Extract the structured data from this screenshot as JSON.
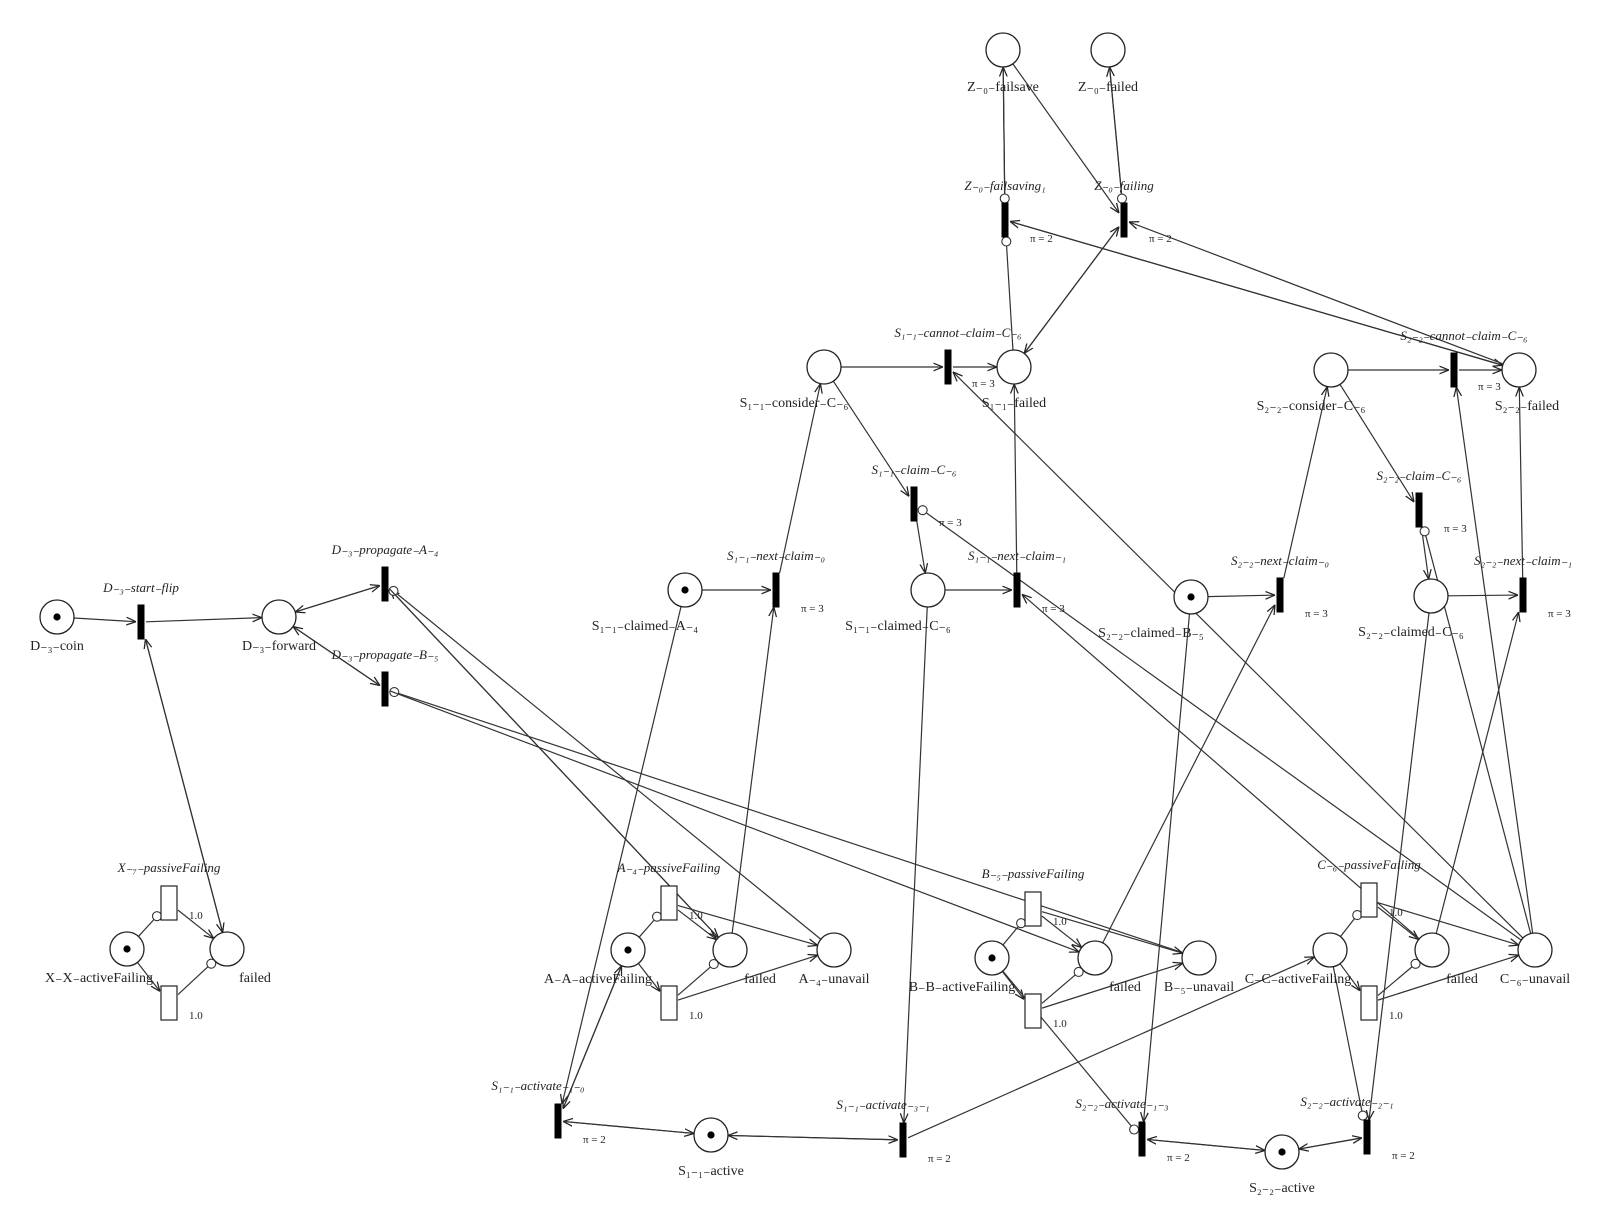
{
  "places": [
    {
      "id": "dcoin",
      "label": "D₋₃₋coin",
      "tokens": 1
    },
    {
      "id": "dfwd",
      "label": "D₋₃₋forward",
      "tokens": 0
    },
    {
      "id": "xact",
      "label": "X₋X₋activeFailing",
      "tokens": 1
    },
    {
      "id": "xfail",
      "label": "failed",
      "tokens": 0
    },
    {
      "id": "z0fs",
      "label": "Z₋₀₋failsave",
      "tokens": 0
    },
    {
      "id": "z0f",
      "label": "Z₋₀₋failed",
      "tokens": 0
    },
    {
      "id": "s1cons",
      "label": "S₁₋₁₋consider₋C₋₆",
      "tokens": 0
    },
    {
      "id": "s1fail",
      "label": "S₁₋₁₋failed",
      "tokens": 0
    },
    {
      "id": "s2cons",
      "label": "S₂₋₂₋consider₋C₋₆",
      "tokens": 0
    },
    {
      "id": "s2fail",
      "label": "S₂₋₂₋failed",
      "tokens": 0
    },
    {
      "id": "s1clA",
      "label": "S₁₋₁₋claimed₋A₋₄",
      "tokens": 1
    },
    {
      "id": "s1clC",
      "label": "S₁₋₁₋claimed₋C₋₆",
      "tokens": 0
    },
    {
      "id": "s2clB",
      "label": "S₂₋₂₋claimed₋B₋₅",
      "tokens": 1
    },
    {
      "id": "s2clC",
      "label": "S₂₋₂₋claimed₋C₋₆",
      "tokens": 0
    },
    {
      "id": "aact",
      "label": "A₋A₋activeFailing",
      "tokens": 1
    },
    {
      "id": "afail",
      "label": "failed",
      "tokens": 0
    },
    {
      "id": "aun",
      "label": "A₋₄₋unavail",
      "tokens": 0
    },
    {
      "id": "bact",
      "label": "B₋B₋activeFailing",
      "tokens": 1
    },
    {
      "id": "bfail",
      "label": "failed",
      "tokens": 0
    },
    {
      "id": "bun",
      "label": "B₋₅₋unavail",
      "tokens": 0
    },
    {
      "id": "cact",
      "label": "C₋C₋activeFailing",
      "tokens": 0
    },
    {
      "id": "cfail",
      "label": "failed",
      "tokens": 0
    },
    {
      "id": "cun",
      "label": "C₋₆₋unavail",
      "tokens": 0
    },
    {
      "id": "s1act",
      "label": "S₁₋₁₋active",
      "tokens": 1
    },
    {
      "id": "s2act",
      "label": "S₂₋₂₋active",
      "tokens": 1
    }
  ],
  "transitions": [
    {
      "id": "dstart",
      "label": "D₋₃₋start₋flip",
      "type": "immediate",
      "priority": ""
    },
    {
      "id": "dpropA",
      "label": "D₋₃₋propagate₋A₋₄",
      "type": "immediate",
      "priority": ""
    },
    {
      "id": "dpropB",
      "label": "D₋₃₋propagate₋B₋₅",
      "type": "immediate",
      "priority": ""
    },
    {
      "id": "z0fsg",
      "label": "Z₋₀₋failsaving₁",
      "type": "immediate",
      "priority": "π = 2"
    },
    {
      "id": "z0fg",
      "label": "Z₋₀₋failing",
      "type": "immediate",
      "priority": "π = 2"
    },
    {
      "id": "s1cannot",
      "label": "S₁₋₁₋cannot₋claim₋C₋₆",
      "type": "immediate",
      "priority": "π = 3"
    },
    {
      "id": "s2cannot",
      "label": "S₂₋₂₋cannot₋claim₋C₋₆",
      "type": "immediate",
      "priority": "π = 3"
    },
    {
      "id": "s1claimC",
      "label": "S₁₋₁₋claim₋C₋₆",
      "type": "immediate",
      "priority": "π = 3"
    },
    {
      "id": "s2claimC",
      "label": "S₂₋₂₋claim₋C₋₆",
      "type": "immediate",
      "priority": "π = 3"
    },
    {
      "id": "s1next0",
      "label": "S₁₋₁₋next₋claim₋₀",
      "type": "immediate",
      "priority": "π = 3"
    },
    {
      "id": "s1next1",
      "label": "S₁₋₁₋next₋claim₋₁",
      "type": "immediate",
      "priority": "π = 3"
    },
    {
      "id": "s2next0",
      "label": "S₂₋₂₋next₋claim₋₀",
      "type": "immediate",
      "priority": "π = 3"
    },
    {
      "id": "s2next1",
      "label": "S₂₋₂₋next₋claim₋₁",
      "type": "immediate",
      "priority": "π = 3"
    },
    {
      "id": "xpass",
      "label": "X₋₇₋passiveFailing",
      "type": "timed",
      "priority": "1.0"
    },
    {
      "id": "xact_t",
      "label": "",
      "type": "timed",
      "priority": "1.0"
    },
    {
      "id": "apass",
      "label": "A₋₄₋passiveFailing",
      "type": "timed",
      "priority": "1.0"
    },
    {
      "id": "aact_t",
      "label": "",
      "type": "timed",
      "priority": "1.0"
    },
    {
      "id": "bpass",
      "label": "B₋₅₋passiveFailing",
      "type": "timed",
      "priority": "1.0"
    },
    {
      "id": "bact_t",
      "label": "",
      "type": "timed",
      "priority": "1.0"
    },
    {
      "id": "cpass",
      "label": "C₋₆₋passiveFailing",
      "type": "timed",
      "priority": "1.0"
    },
    {
      "id": "cact_t",
      "label": "",
      "type": "timed",
      "priority": "1.0"
    },
    {
      "id": "s1a10",
      "label": "S₁₋₁₋activate₋₁₋₀",
      "type": "immediate",
      "priority": "π = 2"
    },
    {
      "id": "s1a31",
      "label": "S₁₋₁₋activate₋₃₋₁",
      "type": "immediate",
      "priority": "π = 2"
    },
    {
      "id": "s2a13",
      "label": "S₂₋₂₋activate₋₁₋₃",
      "type": "immediate",
      "priority": "π = 2"
    },
    {
      "id": "s2a21",
      "label": "S₂₋₂₋activate₋₂₋₁",
      "type": "immediate",
      "priority": "π = 2"
    }
  ],
  "arcs": [
    {
      "from": "dcoin",
      "to": "dstart",
      "kind": "normal"
    },
    {
      "from": "dstart",
      "to": "dfwd",
      "kind": "normal"
    },
    {
      "from": "xfail",
      "to": "dstart",
      "kind": "normal"
    },
    {
      "from": "dstart",
      "to": "xfail",
      "kind": "normal"
    },
    {
      "from": "dfwd",
      "to": "dpropA",
      "kind": "normal"
    },
    {
      "from": "dpropA",
      "to": "dfwd",
      "kind": "normal"
    },
    {
      "from": "dfwd",
      "to": "dpropB",
      "kind": "normal"
    },
    {
      "from": "dpropB",
      "to": "dfwd",
      "kind": "normal"
    },
    {
      "from": "afail",
      "to": "dpropA",
      "kind": "normal"
    },
    {
      "from": "aun",
      "to": "dpropA",
      "kind": "inhibitor"
    },
    {
      "from": "dpropA",
      "to": "afail",
      "kind": "normal"
    },
    {
      "from": "bun",
      "to": "dpropB",
      "kind": "inhibitor"
    },
    {
      "from": "dpropB",
      "to": "bfail",
      "kind": "normal"
    },
    {
      "from": "xact",
      "to": "xpass",
      "kind": "inhibitor"
    },
    {
      "from": "xpass",
      "to": "xfail",
      "kind": "normal"
    },
    {
      "from": "xact",
      "to": "xact_t",
      "kind": "normal"
    },
    {
      "from": "xact_t",
      "to": "xfail",
      "kind": "inhibitor"
    },
    {
      "from": "aact",
      "to": "apass",
      "kind": "inhibitor"
    },
    {
      "from": "apass",
      "to": "afail",
      "kind": "normal"
    },
    {
      "from": "apass",
      "to": "aun",
      "kind": "normal"
    },
    {
      "from": "aact",
      "to": "aact_t",
      "kind": "normal"
    },
    {
      "from": "aact_t",
      "to": "afail",
      "kind": "inhibitor"
    },
    {
      "from": "aact_t",
      "to": "aun",
      "kind": "normal"
    },
    {
      "from": "bact",
      "to": "bpass",
      "kind": "inhibitor"
    },
    {
      "from": "bpass",
      "to": "bfail",
      "kind": "normal"
    },
    {
      "from": "bpass",
      "to": "bun",
      "kind": "normal"
    },
    {
      "from": "bact",
      "to": "bact_t",
      "kind": "normal"
    },
    {
      "from": "bact_t",
      "to": "bfail",
      "kind": "inhibitor"
    },
    {
      "from": "bact_t",
      "to": "bun",
      "kind": "normal"
    },
    {
      "from": "cact",
      "to": "cpass",
      "kind": "inhibitor"
    },
    {
      "from": "cpass",
      "to": "cfail",
      "kind": "normal"
    },
    {
      "from": "cpass",
      "to": "cun",
      "kind": "normal"
    },
    {
      "from": "cact",
      "to": "cact_t",
      "kind": "normal"
    },
    {
      "from": "cact_t",
      "to": "cfail",
      "kind": "inhibitor"
    },
    {
      "from": "cact_t",
      "to": "cun",
      "kind": "normal"
    },
    {
      "from": "z0fsg",
      "to": "z0fs",
      "kind": "normal"
    },
    {
      "from": "z0fs",
      "to": "z0fsg",
      "kind": "inhibitor"
    },
    {
      "from": "s1fail",
      "to": "z0fsg",
      "kind": "inhibitor"
    },
    {
      "from": "z0fg",
      "to": "z0f",
      "kind": "normal"
    },
    {
      "from": "z0f",
      "to": "z0fg",
      "kind": "inhibitor"
    },
    {
      "from": "z0fs",
      "to": "z0fg",
      "kind": "normal"
    },
    {
      "from": "s1fail",
      "to": "z0fg",
      "kind": "normal"
    },
    {
      "from": "z0fg",
      "to": "s1fail",
      "kind": "normal"
    },
    {
      "from": "s2fail",
      "to": "z0fsg",
      "kind": "normal"
    },
    {
      "from": "z0fsg",
      "to": "s2fail",
      "kind": "normal"
    },
    {
      "from": "s2fail",
      "to": "z0fg",
      "kind": "normal"
    },
    {
      "from": "s1cons",
      "to": "s1cannot",
      "kind": "normal"
    },
    {
      "from": "s1cannot",
      "to": "s1fail",
      "kind": "normal"
    },
    {
      "from": "s1cons",
      "to": "s1claimC",
      "kind": "normal"
    },
    {
      "from": "s1claimC",
      "to": "s1clC",
      "kind": "normal"
    },
    {
      "from": "cun",
      "to": "s1claimC",
      "kind": "inhibitor"
    },
    {
      "from": "cun",
      "to": "s1cannot",
      "kind": "normal"
    },
    {
      "from": "s2cons",
      "to": "s2cannot",
      "kind": "normal"
    },
    {
      "from": "s2cannot",
      "to": "s2fail",
      "kind": "normal"
    },
    {
      "from": "s2cons",
      "to": "s2claimC",
      "kind": "normal"
    },
    {
      "from": "s2claimC",
      "to": "s2clC",
      "kind": "normal"
    },
    {
      "from": "cun",
      "to": "s2claimC",
      "kind": "inhibitor"
    },
    {
      "from": "cun",
      "to": "s2cannot",
      "kind": "normal"
    },
    {
      "from": "s1clA",
      "to": "s1next0",
      "kind": "normal"
    },
    {
      "from": "s1next0",
      "to": "s1cons",
      "kind": "normal"
    },
    {
      "from": "afail",
      "to": "s1next0",
      "kind": "normal"
    },
    {
      "from": "s1clC",
      "to": "s1next1",
      "kind": "normal"
    },
    {
      "from": "s1next1",
      "to": "s1fail",
      "kind": "normal"
    },
    {
      "from": "cfail",
      "to": "s1next1",
      "kind": "normal"
    },
    {
      "from": "s2clB",
      "to": "s2next0",
      "kind": "normal"
    },
    {
      "from": "s2next0",
      "to": "s2cons",
      "kind": "normal"
    },
    {
      "from": "bfail",
      "to": "s2next0",
      "kind": "normal"
    },
    {
      "from": "s2clC",
      "to": "s2next1",
      "kind": "normal"
    },
    {
      "from": "s2next1",
      "to": "s2fail",
      "kind": "normal"
    },
    {
      "from": "cfail",
      "to": "s2next1",
      "kind": "normal"
    },
    {
      "from": "s1clA",
      "to": "s1a10",
      "kind": "normal"
    },
    {
      "from": "s1a10",
      "to": "aact",
      "kind": "normal"
    },
    {
      "from": "aact",
      "to": "s1a10",
      "kind": "normal"
    },
    {
      "from": "s1act",
      "to": "s1a10",
      "kind": "normal"
    },
    {
      "from": "s1a10",
      "to": "s1act",
      "kind": "normal"
    },
    {
      "from": "s1clC",
      "to": "s1a31",
      "kind": "normal"
    },
    {
      "from": "s1a31",
      "to": "cact",
      "kind": "normal"
    },
    {
      "from": "s1act",
      "to": "s1a31",
      "kind": "normal"
    },
    {
      "from": "s1a31",
      "to": "s1act",
      "kind": "normal"
    },
    {
      "from": "s2clB",
      "to": "s2a13",
      "kind": "normal"
    },
    {
      "from": "bact",
      "to": "s2a13",
      "kind": "inhibitor"
    },
    {
      "from": "s2act",
      "to": "s2a13",
      "kind": "normal"
    },
    {
      "from": "s2a13",
      "to": "s2act",
      "kind": "normal"
    },
    {
      "from": "s2clC",
      "to": "s2a21",
      "kind": "normal"
    },
    {
      "from": "cact",
      "to": "s2a21",
      "kind": "inhibitor"
    },
    {
      "from": "s2act",
      "to": "s2a21",
      "kind": "normal"
    },
    {
      "from": "s2a21",
      "to": "s2act",
      "kind": "normal"
    }
  ]
}
